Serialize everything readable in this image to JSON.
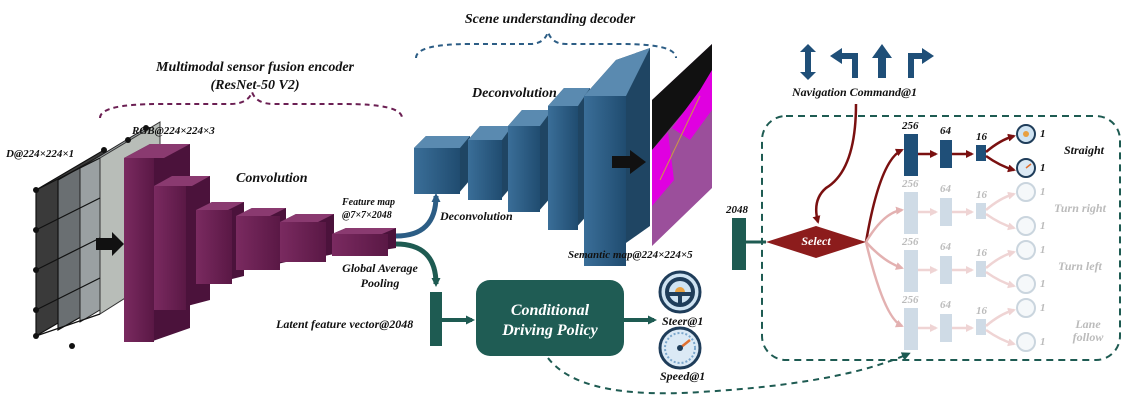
{
  "encoder": {
    "title": "Multimodal sensor fusion encoder",
    "subtitle": "(ResNet-50 V2)",
    "depth_input": "D@224×224×1",
    "rgb_input": "RGB@224×224×3",
    "convolution": "Convolution",
    "feature_map_line1": "Feature map",
    "feature_map_line2": "@7×7×2048"
  },
  "decoder": {
    "title": "Scene understanding decoder",
    "deconvolution_top": "Deconvolution",
    "deconvolution_side": "Deconvolution",
    "semantic_map": "Semantic map@224×224×5"
  },
  "policy": {
    "gap_line1": "Global Average",
    "gap_line2": "Pooling",
    "latent": "Latent feature vector@2048",
    "cdp_line1": "Conditional",
    "cdp_line2": "Driving Policy",
    "steer": "Steer@1",
    "speed": "Speed@1"
  },
  "navigation": {
    "title": "Navigation Command@1",
    "icons": [
      "arrow-up-down-icon",
      "turn-left-arrow-icon",
      "straight-arrow-icon",
      "turn-right-arrow-icon"
    ]
  },
  "branches": {
    "input_size": "2048",
    "select": "Select",
    "layer_sizes": [
      "256",
      "64",
      "16"
    ],
    "output_size": "1",
    "names": [
      "Straight",
      "Turn right",
      "Turn left",
      "Lane follow"
    ]
  },
  "colors": {
    "encoder": "#6b1f53",
    "decoder": "#2c5d85",
    "policy": "#1e5b52",
    "select": "#8c1c1c",
    "active_arrow": "#7a1010",
    "faded_arrow": "#e3b1b1"
  }
}
